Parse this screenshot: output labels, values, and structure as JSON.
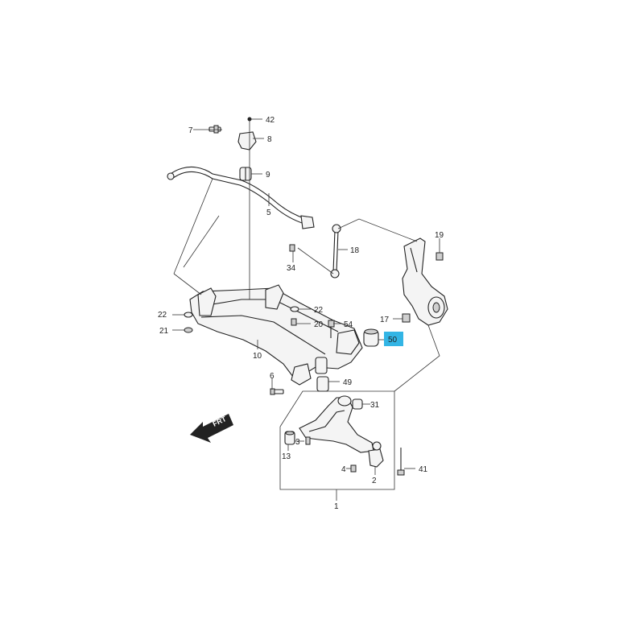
{
  "callouts": [
    {
      "id": "c42",
      "label": "42",
      "highlighted": false
    },
    {
      "id": "c7",
      "label": "7",
      "highlighted": false
    },
    {
      "id": "c8",
      "label": "8",
      "highlighted": false
    },
    {
      "id": "c9",
      "label": "9",
      "highlighted": false
    },
    {
      "id": "c5",
      "label": "5",
      "highlighted": false
    },
    {
      "id": "c18",
      "label": "18",
      "highlighted": false
    },
    {
      "id": "c19",
      "label": "19",
      "highlighted": false
    },
    {
      "id": "c34",
      "label": "34",
      "highlighted": false
    },
    {
      "id": "c22a",
      "label": "22",
      "highlighted": false
    },
    {
      "id": "c22b",
      "label": "22",
      "highlighted": false
    },
    {
      "id": "c21",
      "label": "21",
      "highlighted": false
    },
    {
      "id": "c20",
      "label": "20",
      "highlighted": false
    },
    {
      "id": "c54",
      "label": "54",
      "highlighted": false
    },
    {
      "id": "c17",
      "label": "17",
      "highlighted": false
    },
    {
      "id": "c50",
      "label": "50",
      "highlighted": true
    },
    {
      "id": "c10",
      "label": "10",
      "highlighted": false
    },
    {
      "id": "c6",
      "label": "6",
      "highlighted": false
    },
    {
      "id": "c49",
      "label": "49",
      "highlighted": false
    },
    {
      "id": "c31",
      "label": "31",
      "highlighted": false
    },
    {
      "id": "c3",
      "label": "3",
      "highlighted": false
    },
    {
      "id": "c13",
      "label": "13",
      "highlighted": false
    },
    {
      "id": "c4",
      "label": "4",
      "highlighted": false
    },
    {
      "id": "c2",
      "label": "2",
      "highlighted": false
    },
    {
      "id": "c41",
      "label": "41",
      "highlighted": false
    },
    {
      "id": "c1",
      "label": "1",
      "highlighted": false
    }
  ],
  "direction_arrow": {
    "label": "FRT"
  },
  "colors": {
    "highlight": "#33b5e5",
    "line": "#222222",
    "background": "#ffffff"
  }
}
